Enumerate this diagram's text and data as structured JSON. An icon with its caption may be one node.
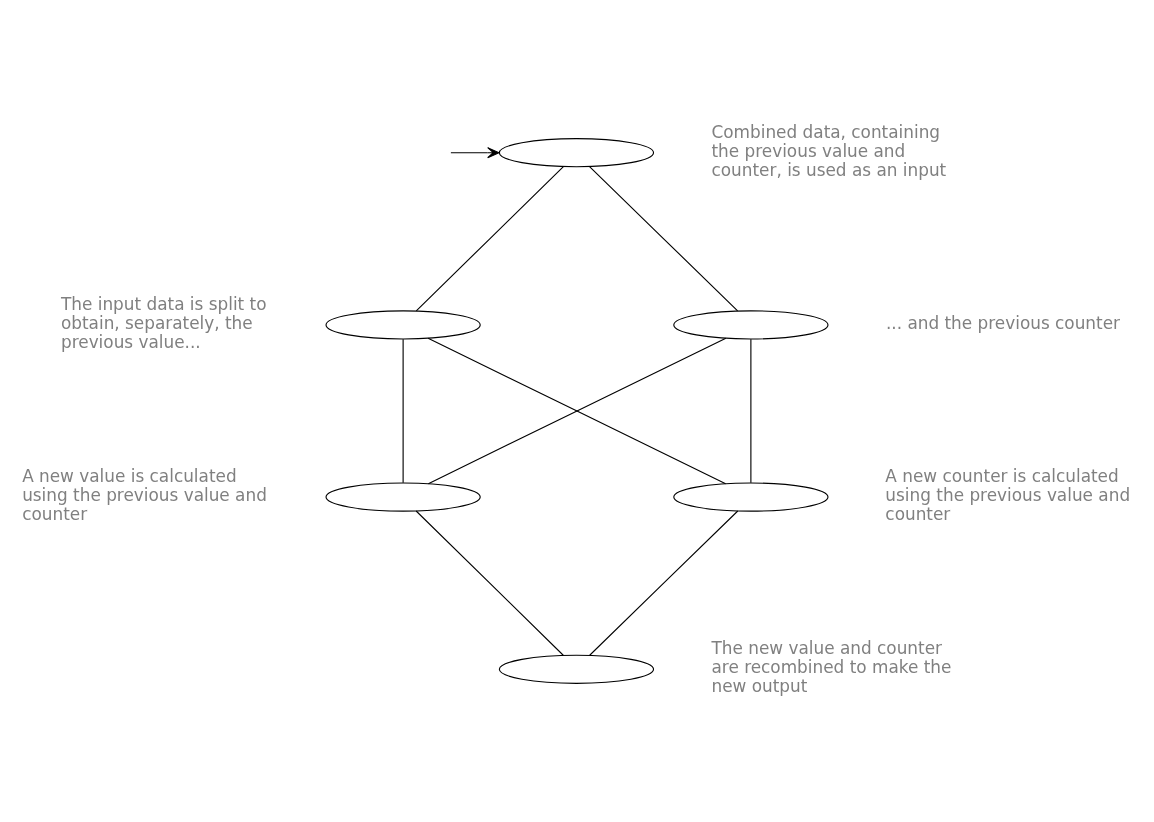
{
  "diagram": {
    "nodes": [
      {
        "text": [],
        "shape": "lens",
        "beside": [
          "Combined data, containing the previous value and counter, is used as an input"
        ]
      },
      {
        "text": [],
        "shape": "lens",
        "beside": [
          "The input data is split to obtain, separately, the previous value..."
        ]
      },
      {
        "text": [],
        "shape": "lens",
        "beside": [
          "... and the previous counter"
        ]
      },
      {
        "text": [],
        "shape": "lens",
        "beside": [
          "A new value is calculated using the previous value and counter"
        ]
      },
      {
        "text": [],
        "shape": "lens",
        "beside": [
          "A new counter is calculated using the previous value and counter"
        ]
      },
      {
        "text": [],
        "shape": "lens",
        "beside": [
          "The new value and counter are recombined to make the new output"
        ]
      }
    ],
    "edges": [
      {
        "from": null,
        "to": 0,
        "arrow": "to"
      },
      {
        "from": 0,
        "to": 1,
        "arrow": "none"
      },
      {
        "from": 0,
        "to": 2,
        "arrow": "none"
      },
      {
        "from": 1,
        "to": 3,
        "arrow": "none"
      },
      {
        "from": 1,
        "to": 4,
        "arrow": "none"
      },
      {
        "from": 2,
        "to": 3,
        "arrow": "none"
      },
      {
        "from": 2,
        "to": 4,
        "arrow": "none"
      },
      {
        "from": 3,
        "to": 5,
        "arrow": "none"
      },
      {
        "from": 4,
        "to": 5,
        "arrow": "none"
      }
    ]
  }
}
